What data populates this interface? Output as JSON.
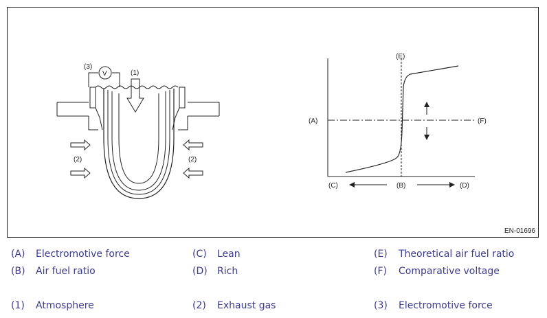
{
  "diagram": {
    "figure_id": "EN-01696",
    "labels": {
      "l1": "(1)",
      "l2": "(2)",
      "l3": "(3)",
      "voltmeter": "V",
      "a": "(A)",
      "b": "(B)",
      "c": "(C)",
      "d": "(D)",
      "e": "(E)",
      "f": "(F)"
    }
  },
  "legend": {
    "rows": [
      [
        {
          "code": "(A)",
          "text": "Electromotive force"
        },
        {
          "code": "(C)",
          "text": "Lean"
        },
        {
          "code": "(E)",
          "text": "Theoretical air fuel ratio"
        }
      ],
      [
        {
          "code": "(B)",
          "text": "Air fuel ratio"
        },
        {
          "code": "(D)",
          "text": "Rich"
        },
        {
          "code": "(F)",
          "text": "Comparative voltage"
        }
      ],
      [
        {
          "code": "(1)",
          "text": "Atmosphere"
        },
        {
          "code": "(2)",
          "text": "Exhaust gas"
        },
        {
          "code": "(3)",
          "text": "Electromotive force"
        }
      ]
    ]
  }
}
